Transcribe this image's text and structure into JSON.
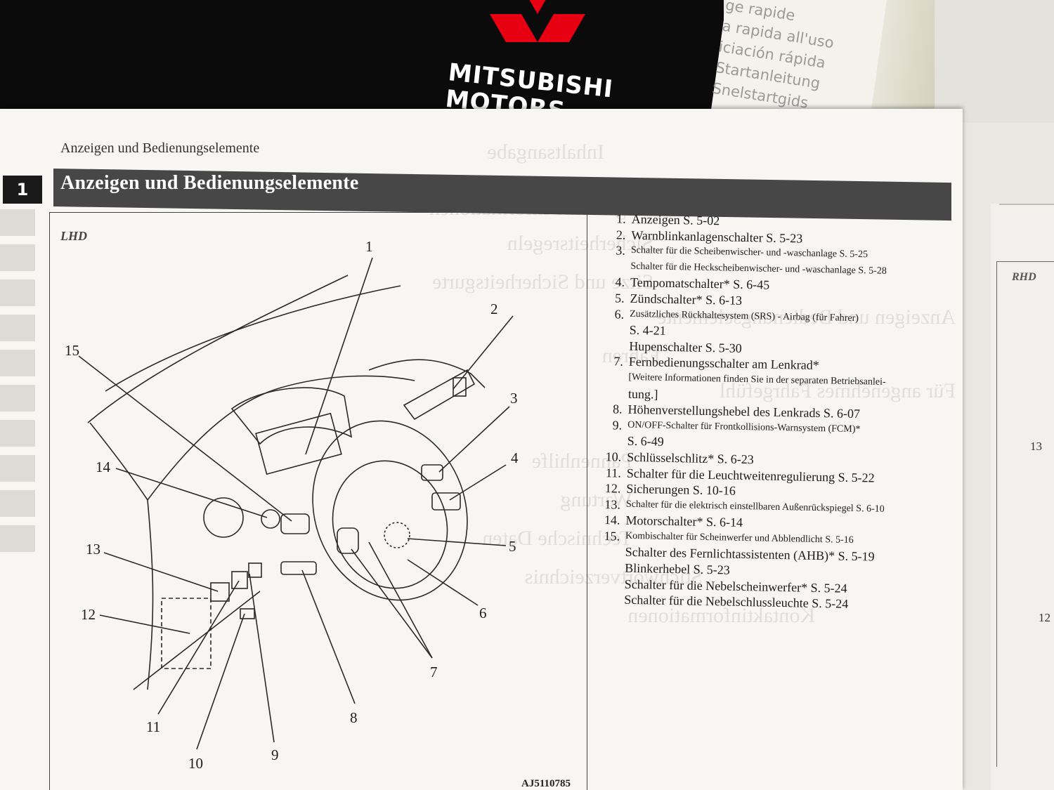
{
  "booklet": {
    "brand_line1": "MITSUBISHI",
    "brand_line2": "MOTORS",
    "quick_guide_titles": [
      "ge rapide",
      "a rapida all'uso",
      "iciación rápida",
      "Startanleitung",
      "Snelstartgids"
    ]
  },
  "page": {
    "running_head": "Anzeigen und Bedienungselemente",
    "section_number": "1",
    "section_title": "Anzeigen und Bedienungselemente"
  },
  "diagram": {
    "label": "LHD",
    "figure_id": "AJ5110785",
    "callouts": [
      "1",
      "2",
      "3",
      "4",
      "5",
      "6",
      "7",
      "8",
      "9",
      "10",
      "11",
      "12",
      "13",
      "14",
      "15"
    ]
  },
  "legend": [
    {
      "num": "1.",
      "lines": [
        "Anzeigen S. 5-02"
      ]
    },
    {
      "num": "2.",
      "lines": [
        "Warnblinkanlagenschalter S. 5-23"
      ]
    },
    {
      "num": "3.",
      "lines": [
        "Schalter für die Scheibenwischer- und -waschanlage S. 5-25",
        "Schalter für die Heckscheibenwischer- und -waschanlage S. 5-28"
      ]
    },
    {
      "num": "4.",
      "lines": [
        "Tempomatschalter* S. 6-45"
      ]
    },
    {
      "num": "5.",
      "lines": [
        "Zündschalter* S. 6-13"
      ]
    },
    {
      "num": "6.",
      "lines": [
        "Zusätzliches Rückhaltesystem (SRS) - Airbag (für Fahrer)",
        "S. 4-21",
        "Hupenschalter S. 5-30"
      ]
    },
    {
      "num": "7.",
      "lines": [
        "Fernbedienungsschalter am Lenkrad*",
        "[Weitere Informationen finden Sie in der separaten Betriebsanlei-",
        "tung.]"
      ]
    },
    {
      "num": "8.",
      "lines": [
        "Höhenverstellungshebel des Lenkrads S. 6-07"
      ]
    },
    {
      "num": "9.",
      "lines": [
        "ON/OFF-Schalter für Frontkollisions-Warnsystem (FCM)*",
        "S. 6-49"
      ]
    },
    {
      "num": "10.",
      "lines": [
        "Schlüsselschlitz* S. 6-23"
      ]
    },
    {
      "num": "11.",
      "lines": [
        "Schalter für die Leuchtweitenregulierung S. 5-22"
      ]
    },
    {
      "num": "12.",
      "lines": [
        "Sicherungen S. 10-16"
      ]
    },
    {
      "num": "13.",
      "lines": [
        "Schalter für die elektrisch einstellbaren Außenrückspiegel S. 6-10"
      ]
    },
    {
      "num": "14.",
      "lines": [
        "Motorschalter* S. 6-14"
      ]
    },
    {
      "num": "15.",
      "lines": [
        "Kombischalter für Scheinwerfer und Abblendlicht S. 5-16",
        "Schalter des Fernlichtassistenten (AHB)* S. 5-19",
        "Blinkerhebel S. 5-23",
        "Schalter für die Nebelscheinwerfer* S. 5-24",
        "Schalter für die Nebelschlussleuchte S. 5-24"
      ]
    }
  ],
  "ghost_text": [
    "Inhaltsangabe",
    "Allgemeine Informationen",
    "Sicherheitsregeln",
    "Sitze und Sicherheitsgurte",
    "Anzeigen und Bedienungselemente",
    "Fahren",
    "Für angenehmes Fahrgefühl",
    "Pannenhilfe",
    "Wartung",
    "Technische Daten",
    "Stichwortverzeichnis",
    "Kontaktinformationen"
  ],
  "right_page": {
    "label": "RHD",
    "callout_13": "13",
    "callout_12": "12"
  }
}
